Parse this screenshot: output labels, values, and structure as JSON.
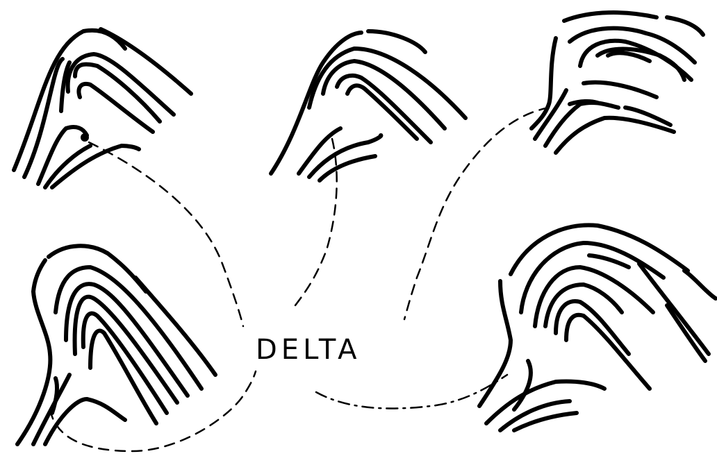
{
  "label": "DELTA",
  "colors": {
    "ink": "#000000",
    "background": "#ffffff"
  },
  "panels": [
    {
      "id": "top-left",
      "marker": "dot"
    },
    {
      "id": "top-middle",
      "marker": "none"
    },
    {
      "id": "top-right",
      "marker": "none"
    },
    {
      "id": "bottom-left",
      "marker": "none"
    },
    {
      "id": "bottom-right",
      "marker": "none"
    }
  ]
}
